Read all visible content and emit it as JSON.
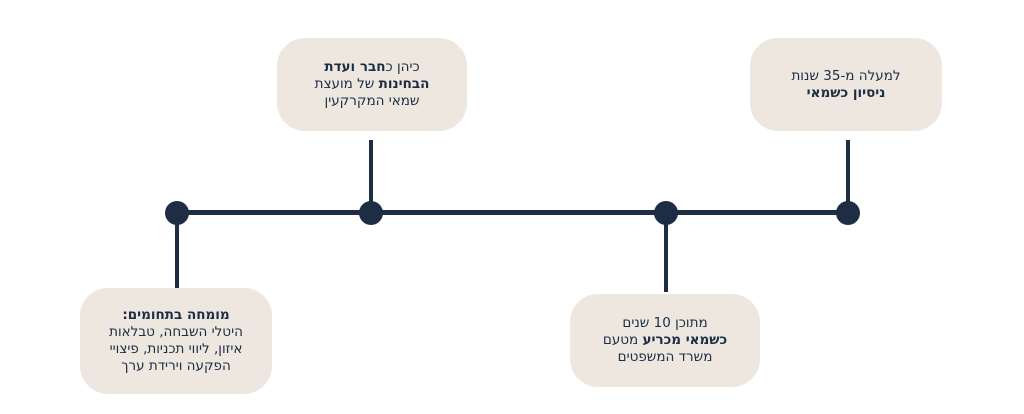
{
  "timeline": {
    "items": [
      {
        "id": "experience",
        "lines": [
          [
            {
              "t": "למעלה מ-35 שנות",
              "b": false
            }
          ],
          [
            {
              "t": "ניסיון כשמאי",
              "b": true
            }
          ]
        ]
      },
      {
        "id": "committee",
        "lines": [
          [
            {
              "t": "כיהן כ",
              "b": false
            },
            {
              "t": "חבר ועדת",
              "b": true
            }
          ],
          [
            {
              "t": "הבחינות",
              "b": true
            },
            {
              "t": " של מועצת",
              "b": false
            }
          ],
          [
            {
              "t": "שמאי המקרקעין",
              "b": false
            }
          ]
        ]
      },
      {
        "id": "ministry",
        "lines": [
          [
            {
              "t": "מתוכן 10 שנים",
              "b": false
            }
          ],
          [
            {
              "t": "כשמאי מכריע",
              "b": true
            },
            {
              "t": " מטעם",
              "b": false
            }
          ],
          [
            {
              "t": "משרד המשפטים",
              "b": false
            }
          ]
        ]
      },
      {
        "id": "expertise",
        "lines": [
          [
            {
              "t": "מומחה בתחומים:",
              "b": true
            }
          ],
          [
            {
              "t": "היטלי השבחה, טבלאות",
              "b": false
            }
          ],
          [
            {
              "t": "איזון, ליווי תכניות, פיצויי",
              "b": false
            }
          ],
          [
            {
              "t": "הפקעה וירידת ערך",
              "b": false
            }
          ]
        ]
      }
    ]
  }
}
